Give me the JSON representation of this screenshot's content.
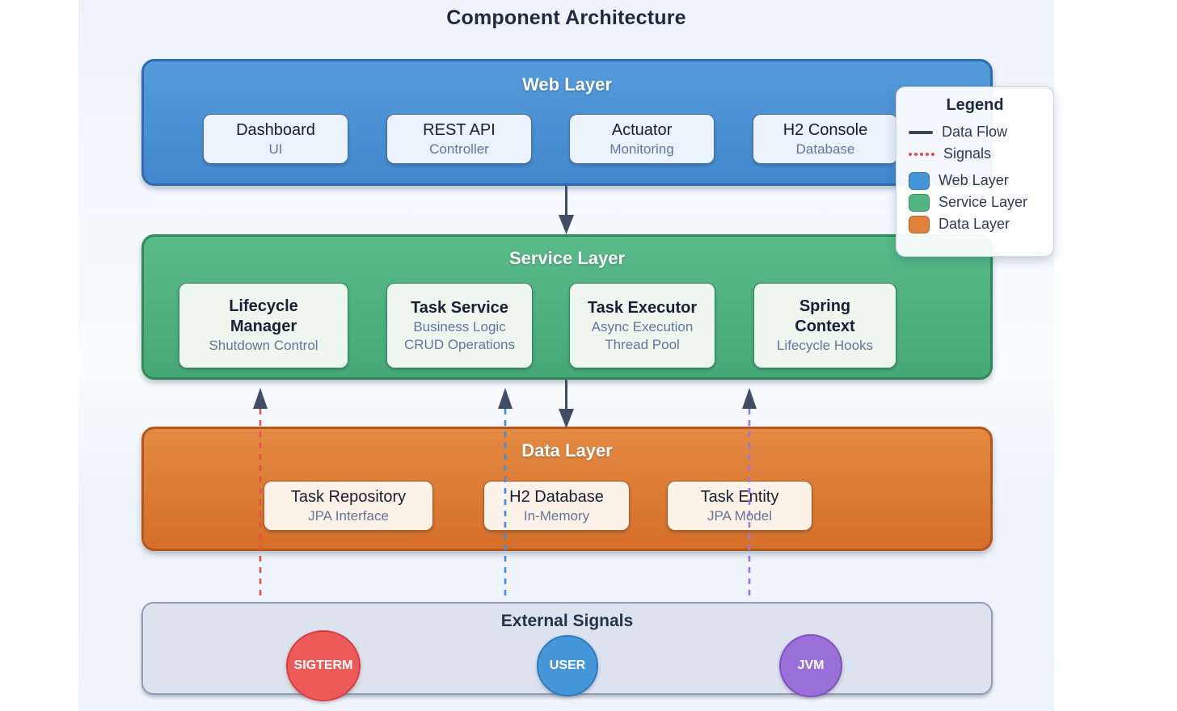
{
  "title": "Component Architecture",
  "layers": {
    "web": {
      "label": "Web Layer",
      "color": "#4a90d5",
      "components": [
        {
          "title": "Dashboard",
          "subtitle": "UI"
        },
        {
          "title": "REST API",
          "subtitle": "Controller"
        },
        {
          "title": "Actuator",
          "subtitle": "Monitoring"
        },
        {
          "title": "H2 Console",
          "subtitle": "Database"
        }
      ]
    },
    "service": {
      "label": "Service Layer",
      "color": "#52b583",
      "components": [
        {
          "title": "Lifecycle\nManager",
          "subtitle": "Shutdown Control"
        },
        {
          "title": "Task Service",
          "subtitle": "Business Logic\nCRUD Operations"
        },
        {
          "title": "Task Executor",
          "subtitle": "Async Execution\nThread Pool"
        },
        {
          "title": "Spring\nContext",
          "subtitle": "Lifecycle Hooks"
        }
      ]
    },
    "data": {
      "label": "Data Layer",
      "color": "#e0813c",
      "components": [
        {
          "title": "Task Repository",
          "subtitle": "JPA Interface"
        },
        {
          "title": "H2 Database",
          "subtitle": "In-Memory"
        },
        {
          "title": "Task Entity",
          "subtitle": "JPA Model"
        }
      ]
    }
  },
  "external": {
    "label": "External Signals",
    "signals": [
      {
        "label": "SIGTERM",
        "color": "#ee5a57",
        "line_color": "#f04b50"
      },
      {
        "label": "USER",
        "color": "#4596d8",
        "line_color": "#3e8ede"
      },
      {
        "label": "JVM",
        "color": "#9b6fd8",
        "line_color": "#9b77de"
      }
    ]
  },
  "legend": {
    "title": "Legend",
    "items": [
      {
        "label": "Data Flow",
        "swatch": "line",
        "color": "#3a4558"
      },
      {
        "label": "Signals",
        "swatch": "dots",
        "color": "#e8444d"
      },
      {
        "label": "Web Layer",
        "swatch": "square",
        "color": "#4596d8"
      },
      {
        "label": "Service Layer",
        "swatch": "square",
        "color": "#52b583"
      },
      {
        "label": "Data Layer",
        "swatch": "square",
        "color": "#e0813c"
      }
    ]
  },
  "connectors": {
    "arrow_color": "#414d66"
  }
}
